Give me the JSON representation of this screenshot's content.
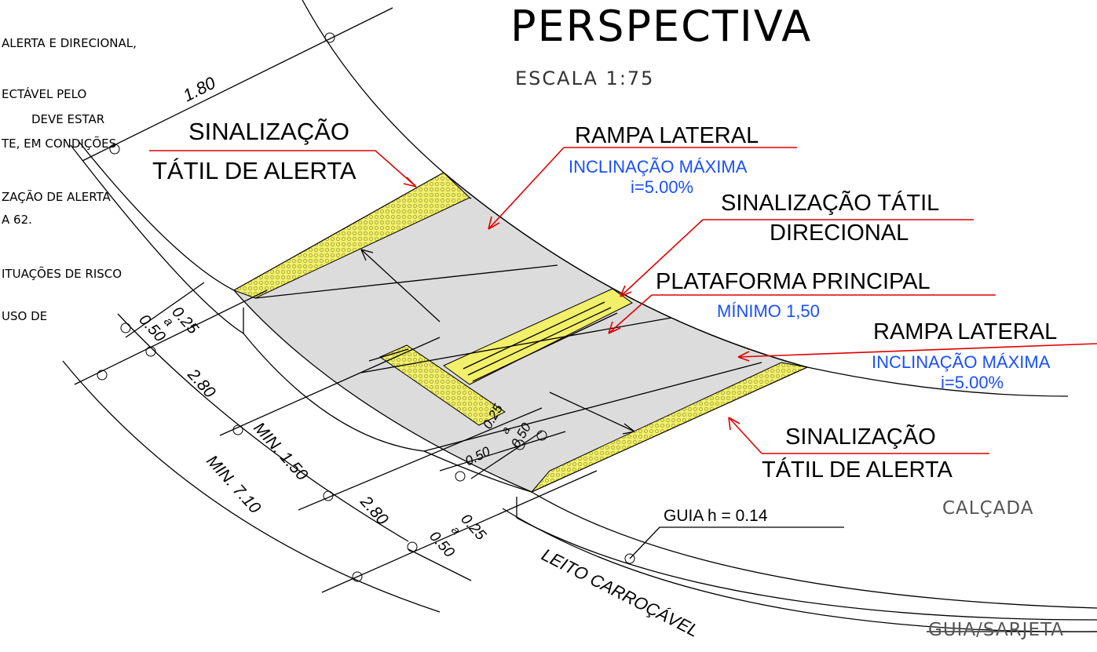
{
  "title": "PERSPECTIVA",
  "scale": "ESCALA 1:75",
  "notes": [
    "ALERTA E DIRECIONAL,",
    "ECTÁVEL PELO",
    "DEVE ESTAR",
    "TE, EM CONDIÇÕES",
    "ZAÇÃO DE ALERTA",
    "A 62.",
    "ITUAÇÕES DE RISCO",
    "USO DE"
  ],
  "callouts": {
    "alert_top": [
      "SINALIZAÇÃO",
      "TÁTIL DE ALERTA"
    ],
    "ramp_left": {
      "title": "RAMPA LATERAL",
      "sub1": "INCLINAÇÃO MÁXIMA",
      "sub2": "i=5.00%"
    },
    "directional": [
      "SINALIZAÇÃO TÁTIL",
      "DIRECIONAL"
    ],
    "platform": {
      "title": "PLATAFORMA  PRINCIPAL",
      "sub": "MÍNIMO 1,50"
    },
    "ramp_right": {
      "title": "RAMPA LATERAL",
      "sub1": "INCLINAÇÃO MÁXIMA",
      "sub2": "i=5.00%"
    },
    "alert_bottom": [
      "SINALIZAÇÃO",
      "TÁTIL DE ALERTA"
    ],
    "curb": "GUIA  h  =  0.14"
  },
  "labels": {
    "sidewalk": "CALÇADA",
    "road": "LEITO   CARROÇÁVEL",
    "gutter": "GUIA/SARJETA"
  },
  "dimensions": {
    "top_width": "1.80",
    "band_top": [
      "0.25",
      "a",
      "0.50"
    ],
    "ramp1": "2.80",
    "platform_min": "MIN.  1.50",
    "total_min": "MIN.  7.10",
    "ramp2": "2.80",
    "band_bottom": [
      "0.25",
      "a",
      "0.50"
    ],
    "band_mid": [
      "0.25",
      "a",
      "0.50"
    ],
    "mid_small": "0.50"
  },
  "colors": {
    "tactile": "#f2ef6a",
    "surface": "#dcdcdc",
    "leader": "#e00000",
    "subtext": "#1a4fff"
  }
}
